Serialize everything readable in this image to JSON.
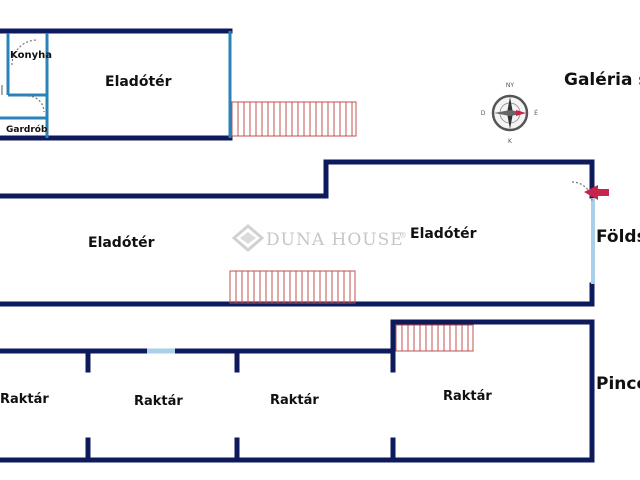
{
  "floors": {
    "galeria": "Galéria s",
    "foldszint": "Földs",
    "pince": "Pince"
  },
  "rooms": {
    "konyha": "Konyha",
    "gardrob": "Gardrób",
    "eladoter_galeria": "Eladótér",
    "eladoter_left": "Eladótér",
    "eladoter_right": "Eladótér",
    "raktar_1": "Raktár",
    "raktar_2": "Raktár",
    "raktar_3": "Raktár",
    "raktar_4": "Raktár"
  },
  "watermark": {
    "brand": "DUNA HOUSE",
    "mark": "®"
  },
  "compass": {
    "north": "NY",
    "east": "É",
    "south": "K",
    "west": "D"
  },
  "colors": {
    "wall": "#0d1a5c",
    "inner_wall": "#2a83b8",
    "stairs": "#c0504d",
    "window": "#a9d0ea",
    "entrance_arrow": "#c8234a"
  },
  "icons": {
    "compass": "compass-rose-icon",
    "entrance": "entrance-arrow-icon",
    "watermark": "duna-house-logo-icon"
  }
}
